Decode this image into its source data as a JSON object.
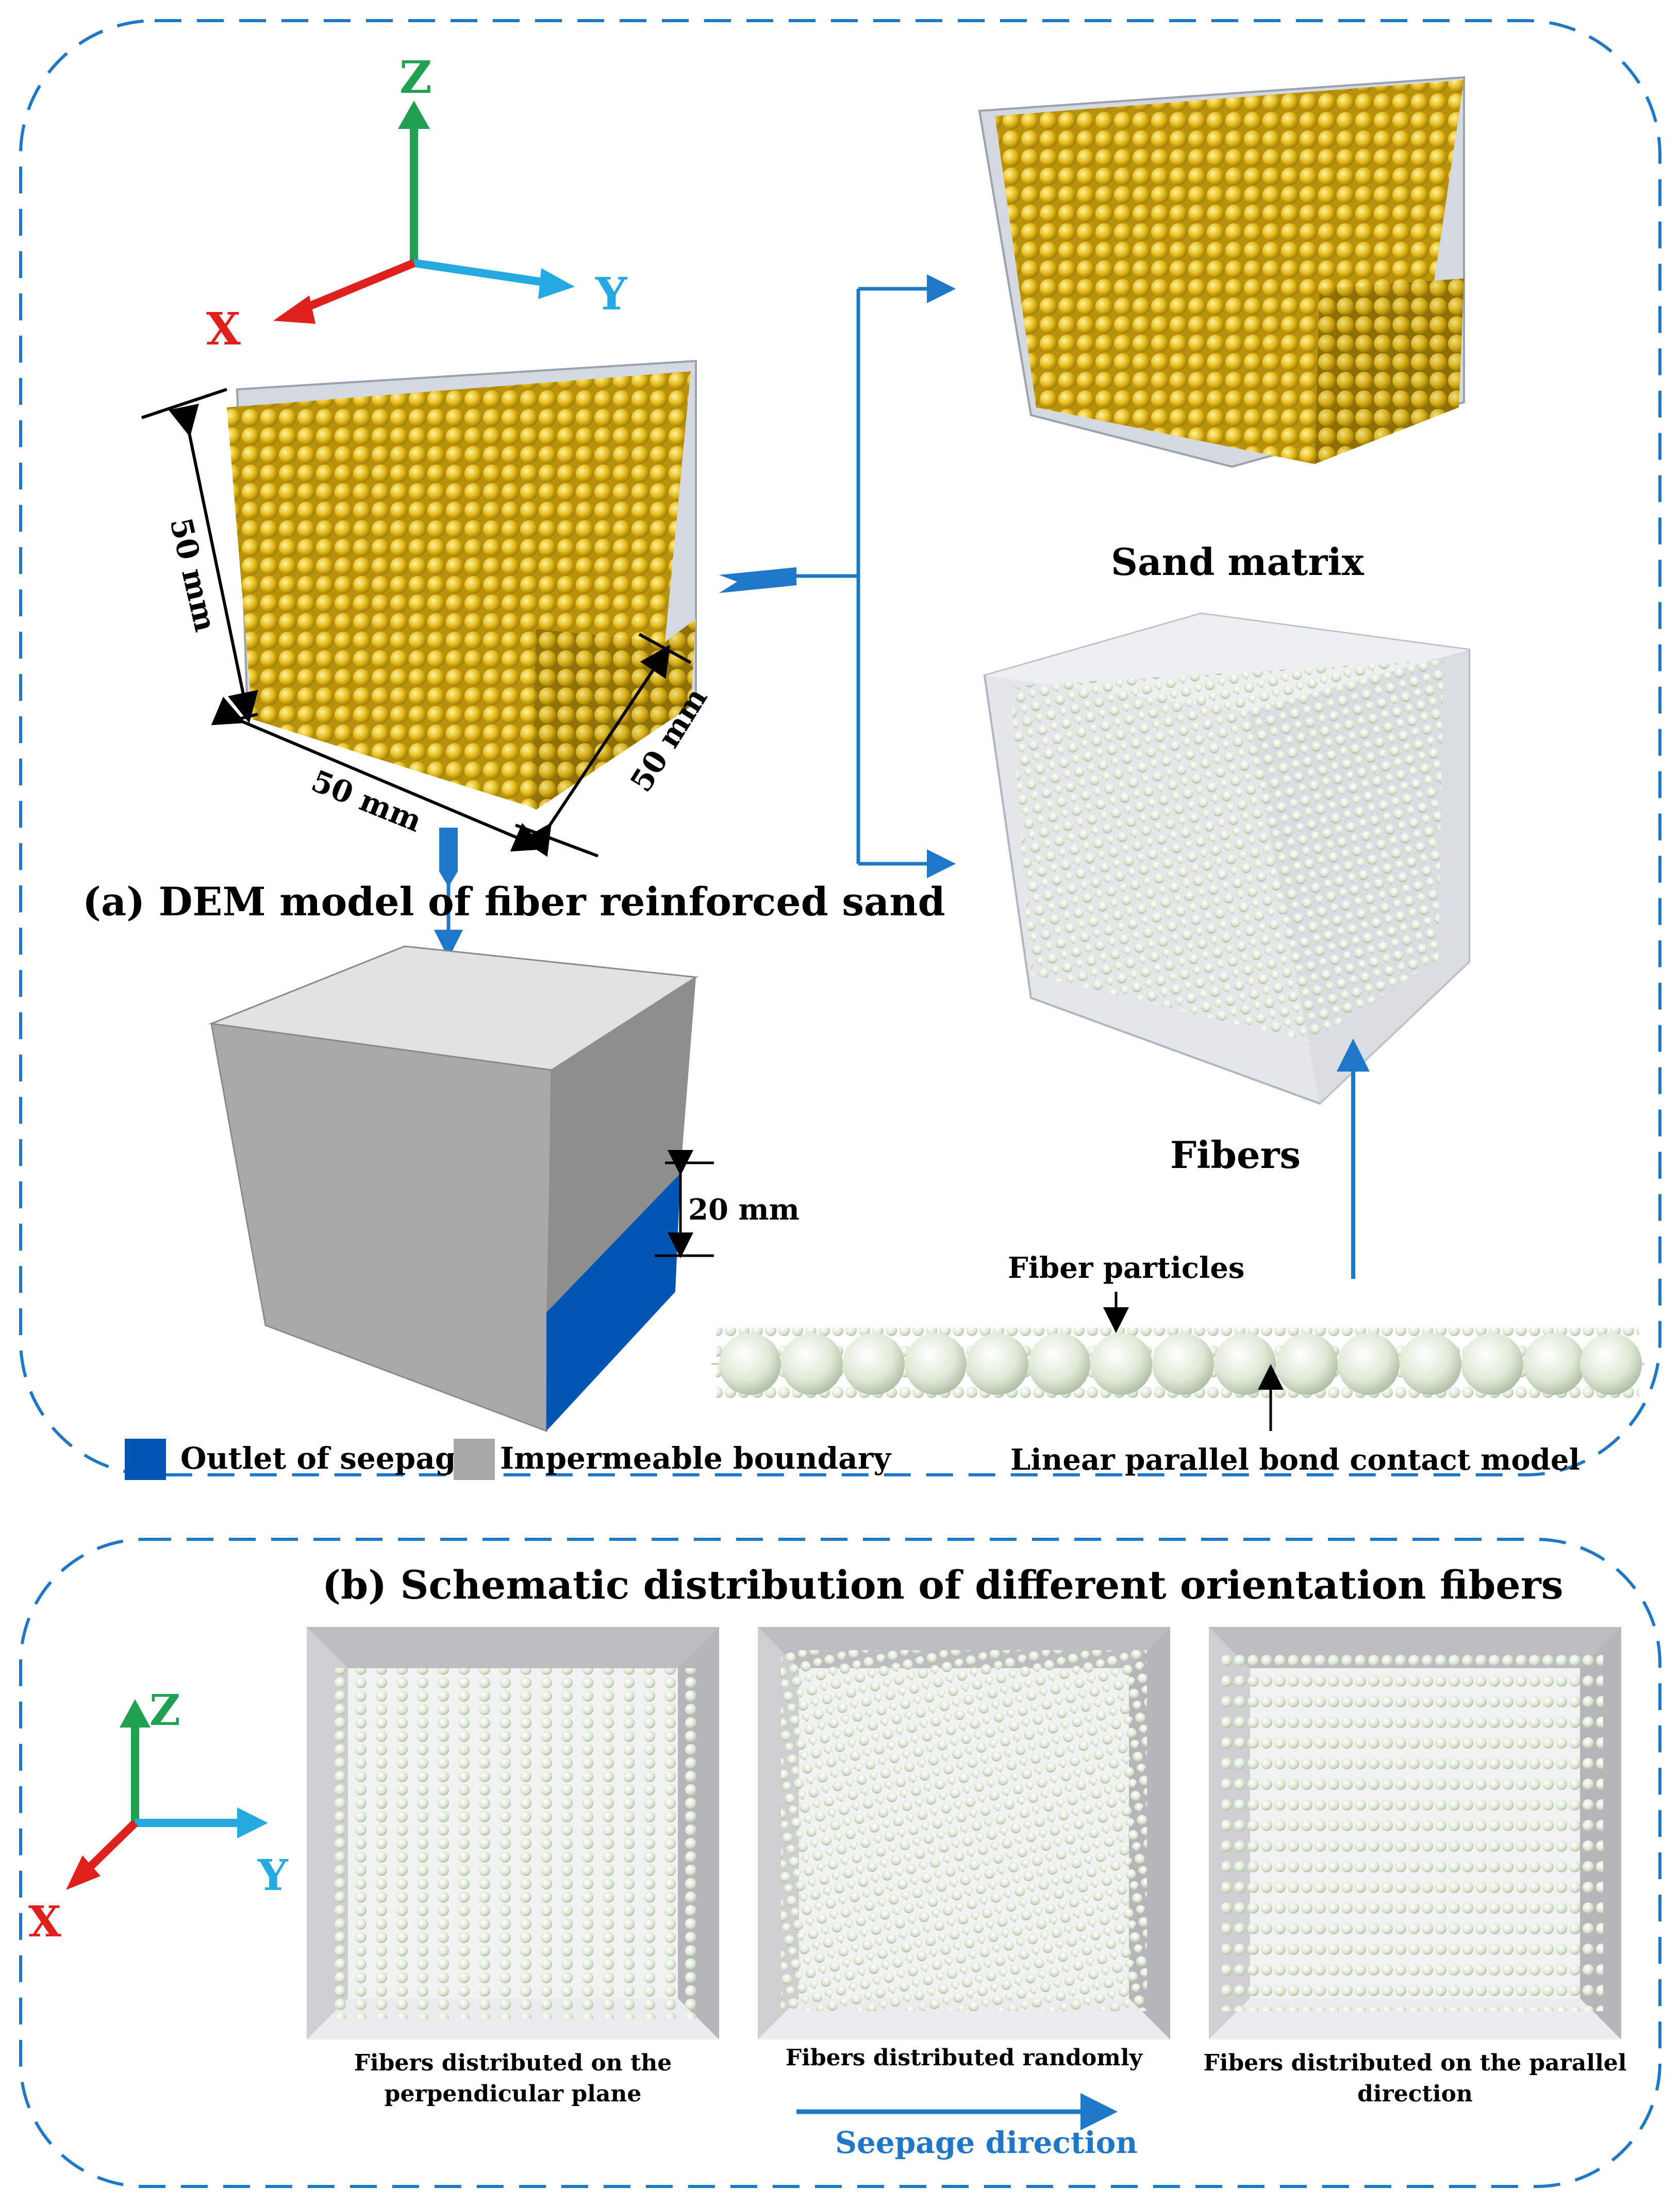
{
  "panel_a": {
    "title": "(a) DEM model of fiber reinforced sand",
    "axes": {
      "z": "Z",
      "y": "Y",
      "x": "X"
    },
    "dimensions": {
      "height": "50 mm",
      "width": "50 mm",
      "depth": "50 mm"
    },
    "sand_matrix_label": "Sand matrix",
    "fibers_label": "Fibers",
    "outlet_height": "20 mm",
    "fiber_particles_label": "Fiber particles",
    "bond_label": "Linear parallel bond contact model",
    "legend": {
      "outlet": "Outlet of seepage",
      "impermeable": "Impermeable boundary"
    },
    "colors": {
      "sand": "#e8c020",
      "outlet": "#0055b3",
      "boundary": "#a8a8a8",
      "fiber": "#dfe9d6",
      "arrow": "#1f77c8"
    }
  },
  "panel_b": {
    "title": "(b) Schematic distribution of different orientation fibers",
    "axes": {
      "z": "Z",
      "y": "Y",
      "x": "X"
    },
    "captions": {
      "perp_1": "Fibers distributed on the",
      "perp_2": "perpendicular plane",
      "random": "Fibers distributed randomly",
      "parallel_1": "Fibers distributed on the parallel",
      "parallel_2": "direction"
    },
    "seepage_direction": "Seepage direction"
  }
}
